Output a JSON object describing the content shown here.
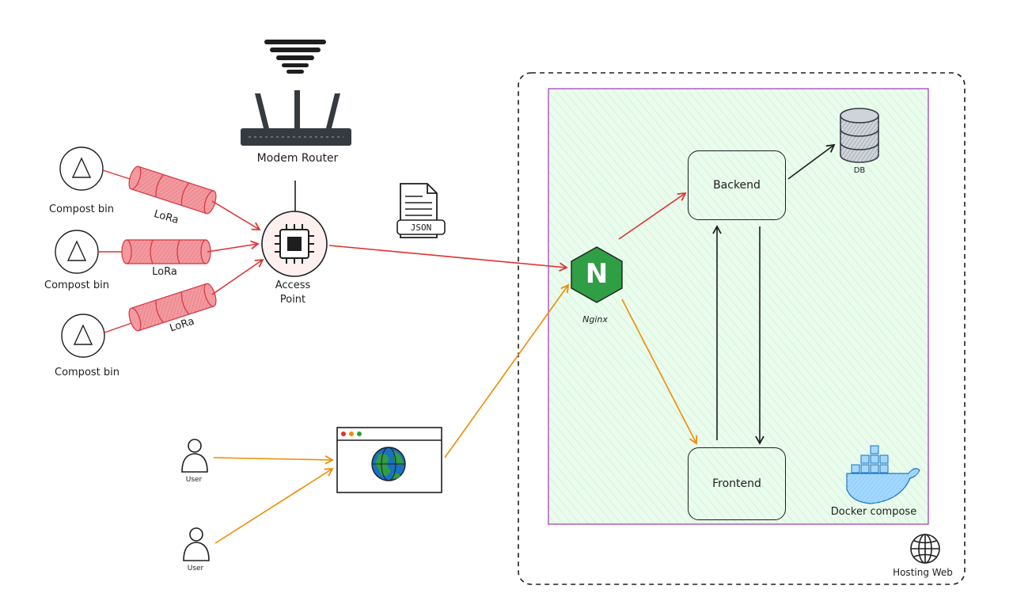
{
  "nodes": {
    "bins": [
      {
        "label": "Compost bin"
      },
      {
        "label": "Compost bin"
      },
      {
        "label": "Compost bin"
      }
    ],
    "lora": [
      {
        "label": "LoRa"
      },
      {
        "label": "LoRa"
      },
      {
        "label": "LoRa"
      }
    ],
    "router": {
      "label": "Modem Router"
    },
    "access_point": {
      "line1": "Access",
      "line2": "Point"
    },
    "json_doc": {
      "label": "JSON"
    },
    "nginx": {
      "label": "Nginx",
      "glyph": "N"
    },
    "backend": {
      "label": "Backend"
    },
    "frontend": {
      "label": "Frontend"
    },
    "db": {
      "label": "DB"
    },
    "docker": {
      "label": "Docker compose"
    },
    "hosting": {
      "label": "Hosting Web"
    },
    "users": [
      {
        "label": "User"
      },
      {
        "label": "User"
      }
    ]
  },
  "colors": {
    "lora_fill": "#f29aa0",
    "lora_stroke": "#d6333d",
    "red_arrow": "#e03131",
    "orange_arrow": "#f08c00",
    "docker_fill": "#a5d8ff",
    "nginx_green": "#2f9e44",
    "zone_fill": "#ebfbee",
    "zone_border": "#9c36b5",
    "globe_blue": "#1971c2",
    "globe_green": "#2f9e44"
  },
  "icons": {
    "wifi": "wifi-icon",
    "router": "router-icon",
    "chip": "chip-icon",
    "document": "document-icon",
    "nginx": "nginx-icon",
    "database": "database-icon",
    "docker": "docker-whale-icon",
    "globe": "globe-icon",
    "user": "user-icon",
    "browser": "browser-window-icon"
  }
}
